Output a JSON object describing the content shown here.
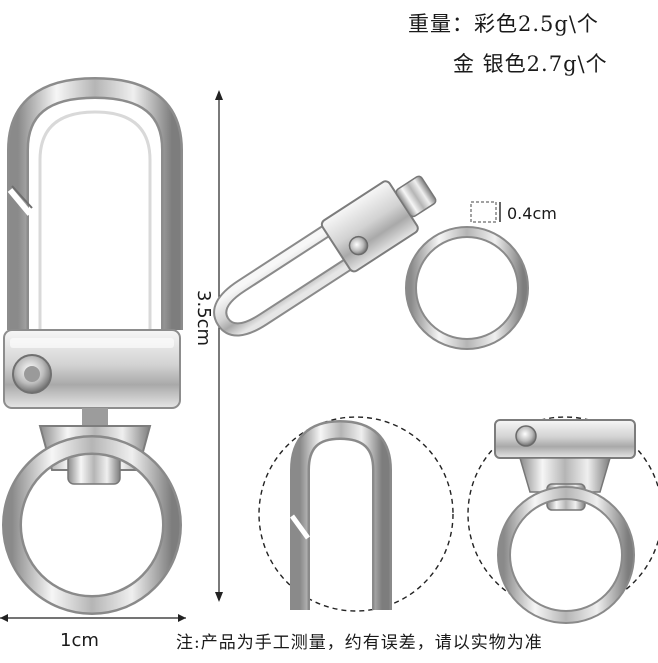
{
  "weights": {
    "line1": "重量：彩色2.5g\\个",
    "line2": "金 银色2.7g\\个"
  },
  "dimensions": {
    "width": "1cm",
    "height": "3.5cm",
    "head": "0.4cm"
  },
  "note": "注:产品为手工测量，约有误差，请以实物为准",
  "colors": {
    "metal_light": "#f4f4f4",
    "metal_mid": "#c9c9c9",
    "metal_dark": "#7a7a7a",
    "line": "#222222"
  }
}
